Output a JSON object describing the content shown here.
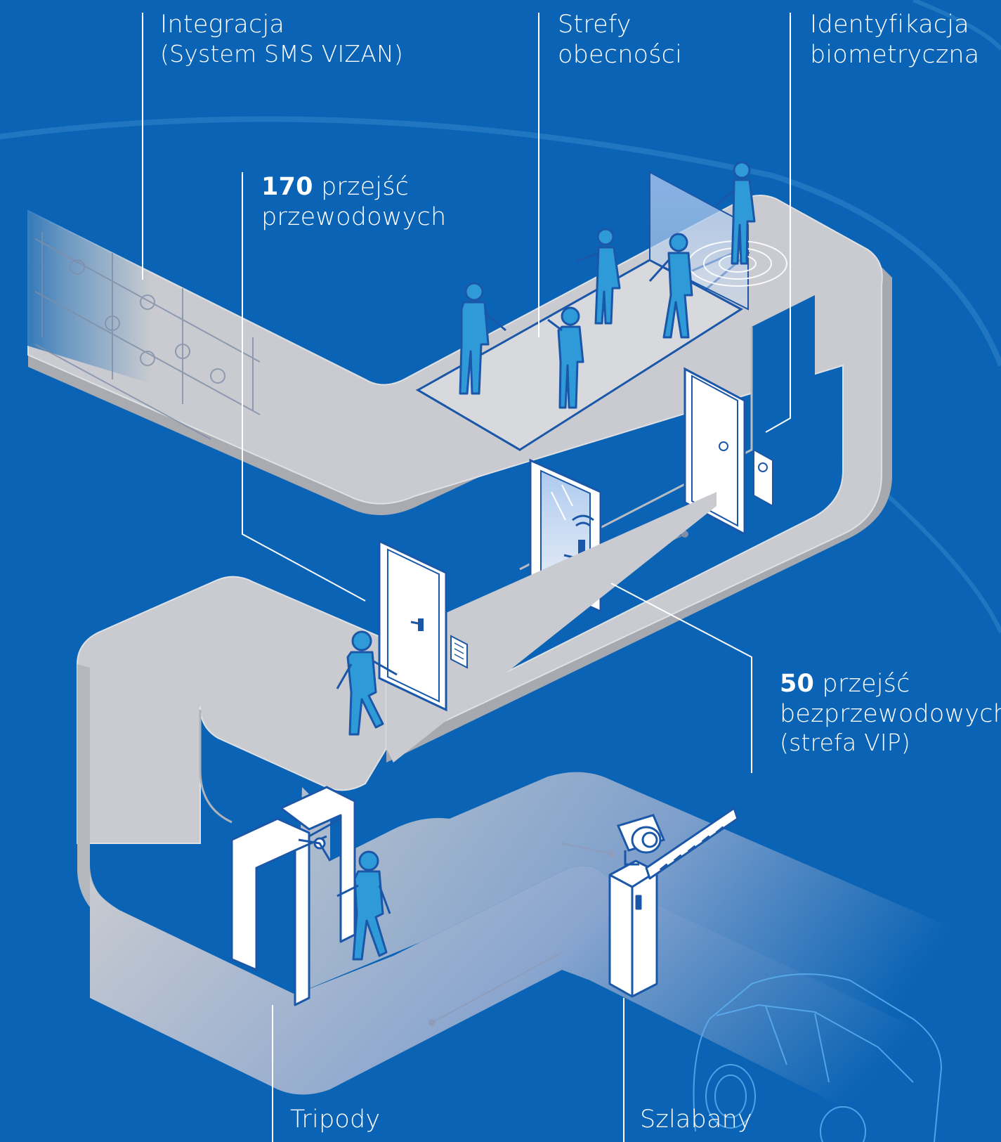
{
  "labels": {
    "integration": {
      "line1": "Integracja",
      "line2": "(System SMS VIZAN)"
    },
    "zones": {
      "line1": "Strefy",
      "line2": "obecności"
    },
    "biometric": {
      "line1": "Identyfikacja",
      "line2": "biometryczna"
    },
    "wired": {
      "count": "170",
      "line1_rest": " przejść",
      "line2": "przewodowych"
    },
    "wireless": {
      "count": "50",
      "line1_rest": " przejść",
      "line2": "bezprzewodowych",
      "line3": "(strefa VIP)"
    },
    "tripods": {
      "text": "Tripody"
    },
    "barriers": {
      "text": "Szlabany"
    }
  },
  "colors": {
    "background": "#0a63b4",
    "path": "#c9cbd0",
    "line": "#ffffff",
    "figure": "#2f9ad8",
    "outline": "#1b57a8"
  }
}
